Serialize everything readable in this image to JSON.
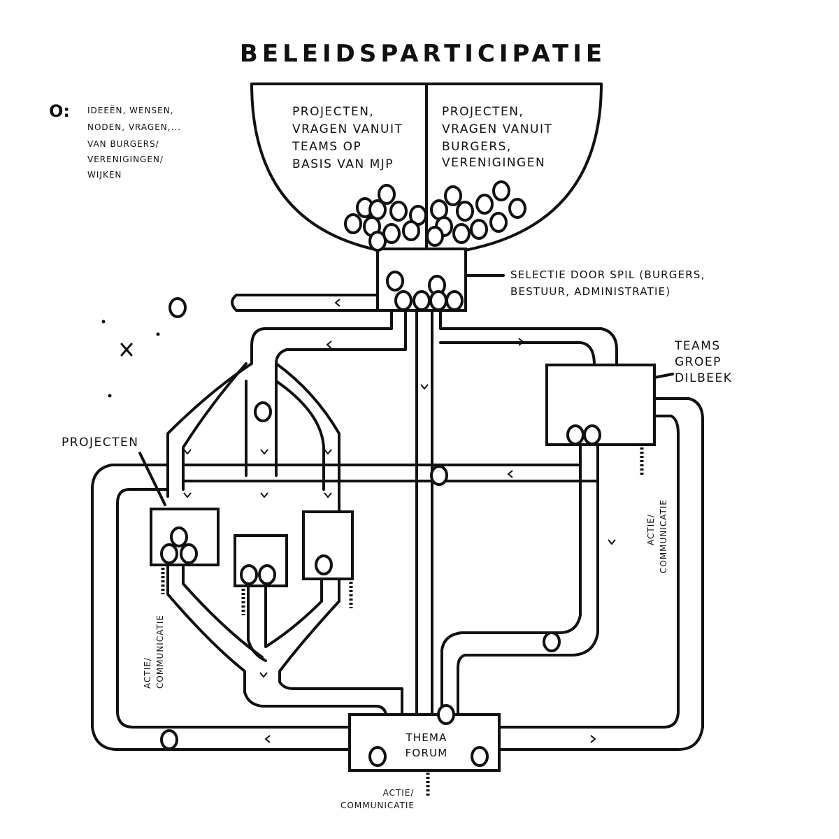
{
  "title": "BELEIDSPARTICIPATIE",
  "legend": {
    "symbol": "O:",
    "lines": [
      "IDEEËN, WENSEN,",
      "NODEN, VRAGEN,...",
      "VAN BURGERS/",
      "VERENIGINGEN/",
      "WIJKEN"
    ]
  },
  "funnel": {
    "left_lines": [
      "PROJECTEN,",
      "VRAGEN VANUIT",
      "TEAMS OP",
      "BASIS VAN MJP"
    ],
    "right_lines": [
      "PROJECTEN,",
      "VRAGEN VANUIT",
      "BURGERS,",
      "VERENIGINGEN"
    ]
  },
  "selection": {
    "lines": [
      "SELECTIE DOOR SPIL (BURGERS,",
      "BESTUUR, ADMINISTRATIE)"
    ]
  },
  "teams": {
    "lines": [
      "TEAMS",
      "GROEP",
      "DILBEEK"
    ]
  },
  "projecten_label": "PROJECTEN",
  "actie_left": [
    "ACTIE/",
    "COMMUNICATIE"
  ],
  "actie_right": [
    "ACTIE/",
    "COMMUNICATIE"
  ],
  "forum": {
    "lines": [
      "THEMA",
      "FORUM"
    ]
  },
  "actie_bottom": [
    "ACTIE/",
    "COMMUNICATIE"
  ]
}
